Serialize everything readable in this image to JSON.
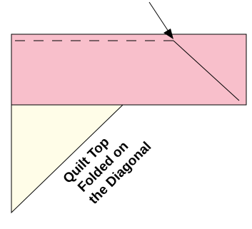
{
  "diagram": {
    "label_lines": [
      "Quilt Top",
      "Folded on",
      "the Diagonal"
    ],
    "colors": {
      "folded_band_fill": "#F8BFCB",
      "triangle_fill": "#FFFDE8",
      "outline": "#000000",
      "background": "#FFFFFF"
    }
  }
}
